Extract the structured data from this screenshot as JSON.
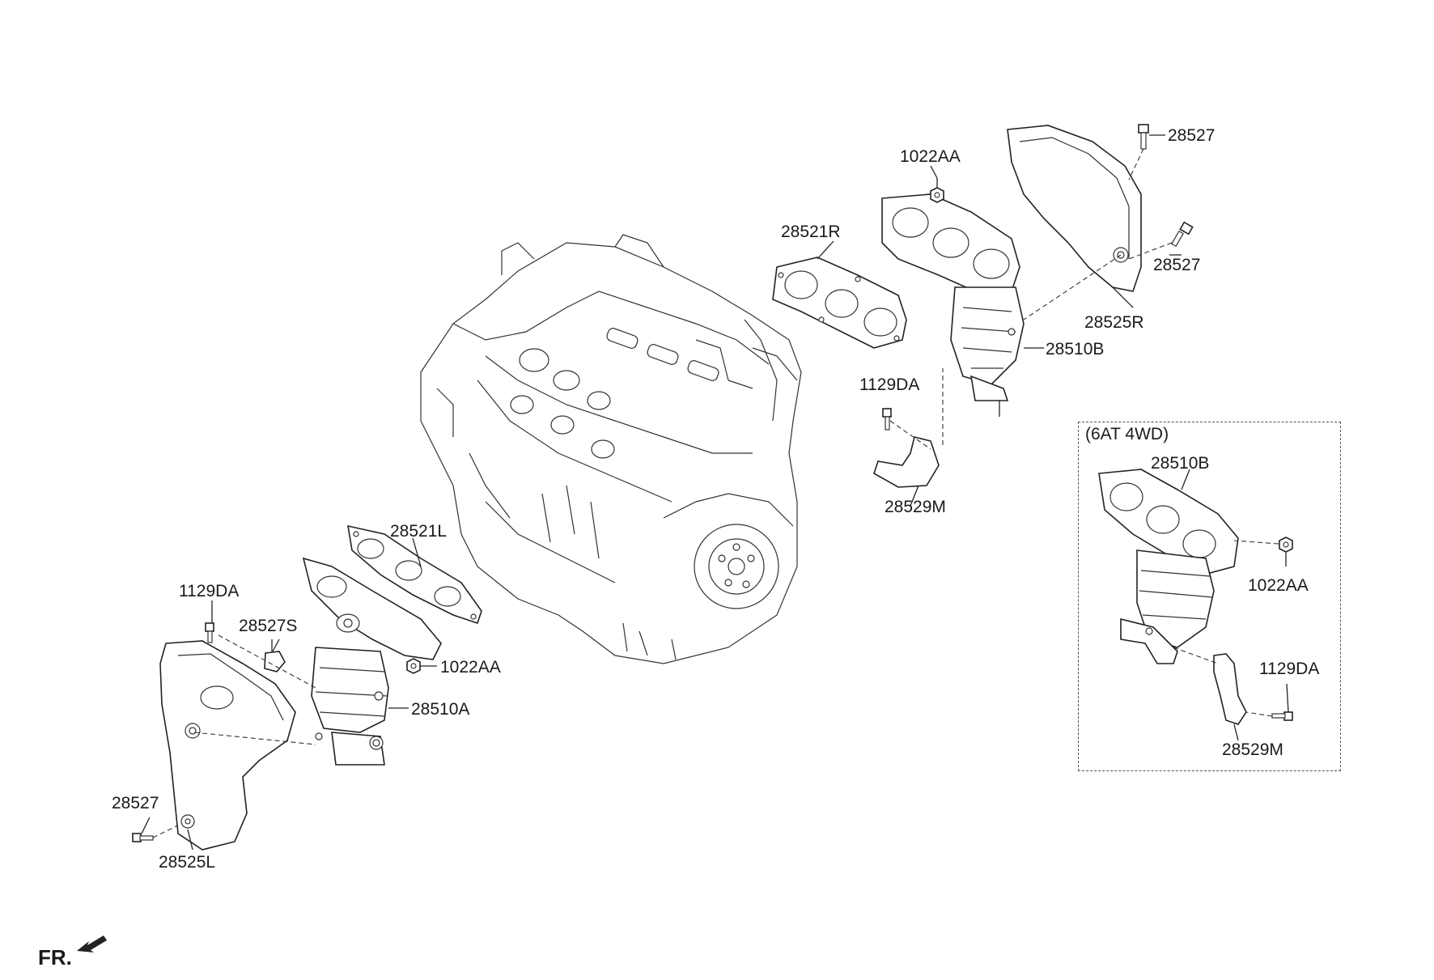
{
  "diagram": {
    "labels": {
      "p28527_top": "28527",
      "p1022AA_top": "1022AA",
      "p28521R": "28521R",
      "p28527_right": "28527",
      "p28525R": "28525R",
      "p28510B": "28510B",
      "p1129DA_mid": "1129DA",
      "p28529M": "28529M",
      "p28521L": "28521L",
      "p1129DA_left": "1129DA",
      "p28527S": "28527S",
      "p1022AA_left": "1022AA",
      "p28510A": "28510A",
      "p28527_bottom": "28527",
      "p28525L": "28525L"
    },
    "variant": {
      "title": "(6AT 4WD)",
      "labels": {
        "p28510B": "28510B",
        "p1022AA": "1022AA",
        "p1129DA": "1129DA",
        "p28529M": "28529M"
      }
    },
    "front_indicator": "FR."
  }
}
